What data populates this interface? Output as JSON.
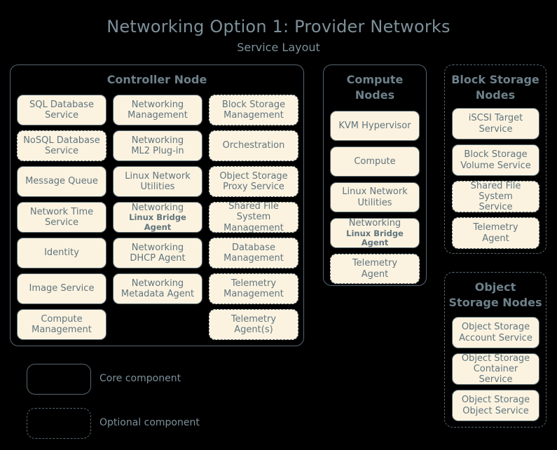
{
  "header": {
    "title": "Networking Option 1: Provider Networks",
    "subtitle": "Service Layout"
  },
  "panels": {
    "controller": {
      "title": "Controller Node",
      "style": "solid",
      "columns": [
        {
          "name": "column-1",
          "boxes": [
            {
              "l1": "SQL Database",
              "l2": "Service",
              "style": "solid"
            },
            {
              "l1": "NoSQL Database",
              "l2": "Service",
              "style": "dashed"
            },
            {
              "l1": "Message Queue",
              "l2": "",
              "style": "solid"
            },
            {
              "l1": "Network Time",
              "l2": "Service",
              "style": "solid"
            },
            {
              "l1": "Identity",
              "l2": "",
              "style": "solid"
            },
            {
              "l1": "Image Service",
              "l2": "",
              "style": "solid"
            },
            {
              "l1": "Compute",
              "l2": "Management",
              "style": "solid"
            }
          ]
        },
        {
          "name": "column-2",
          "boxes": [
            {
              "l1": "Networking",
              "l2": "Management",
              "style": "solid"
            },
            {
              "l1": "Networking",
              "l2": "ML2 Plug-in",
              "style": "solid"
            },
            {
              "l1": "Linux Network",
              "l2": "Utilities",
              "style": "solid"
            },
            {
              "l1": "Networking",
              "l2": "Linux Bridge Agent",
              "style": "solid",
              "small2": true
            },
            {
              "l1": "Networking",
              "l2": "DHCP Agent",
              "style": "solid"
            },
            {
              "l1": "Networking",
              "l2": "Metadata Agent",
              "style": "solid"
            }
          ]
        },
        {
          "name": "column-3",
          "boxes": [
            {
              "l1": "Block Storage",
              "l2": "Management",
              "style": "dashed"
            },
            {
              "l1": "Orchestration",
              "l2": "",
              "style": "dashed"
            },
            {
              "l1": "Object Storage",
              "l2": "Proxy Service",
              "style": "dashed"
            },
            {
              "l1": "Shared File System",
              "l2": "Management",
              "style": "dashed"
            },
            {
              "l1": "Database",
              "l2": "Management",
              "style": "dashed"
            },
            {
              "l1": "Telemetry",
              "l2": "Management",
              "style": "dashed"
            },
            {
              "l1": "Telemetry",
              "l2": "Agent(s)",
              "style": "dashed"
            }
          ]
        }
      ]
    },
    "compute": {
      "title_l1": "Compute",
      "title_l2": "Nodes",
      "style": "solid",
      "boxes": [
        {
          "l1": "KVM Hypervisor",
          "l2": "",
          "style": "solid"
        },
        {
          "l1": "Compute",
          "l2": "",
          "style": "solid"
        },
        {
          "l1": "Linux Network",
          "l2": "Utilities",
          "style": "solid"
        },
        {
          "l1": "Networking",
          "l2": "Linux Bridge Agent",
          "style": "solid",
          "small2": true
        },
        {
          "l1": "Telemetry",
          "l2": "Agent",
          "style": "dashed"
        }
      ]
    },
    "block_storage": {
      "title_l1": "Block Storage",
      "title_l2": "Nodes",
      "style": "dashed",
      "boxes": [
        {
          "l1": "iSCSI Target",
          "l2": "Service",
          "style": "solid"
        },
        {
          "l1": "Block Storage",
          "l2": "Volume Service",
          "style": "solid"
        },
        {
          "l1": "Shared File System",
          "l2": "Service",
          "style": "dashed"
        },
        {
          "l1": "Telemetry",
          "l2": "Agent",
          "style": "dashed"
        }
      ]
    },
    "object_storage": {
      "title_l1": "Object",
      "title_l2": "Storage Nodes",
      "style": "dashed",
      "boxes": [
        {
          "l1": "Object Storage",
          "l2": "Account Service",
          "style": "solid"
        },
        {
          "l1": "Object Storage",
          "l2": "Container Service",
          "style": "solid"
        },
        {
          "l1": "Object Storage",
          "l2": "Object Service",
          "style": "solid"
        }
      ]
    }
  },
  "legend": {
    "core_label": "Core component",
    "optional_label": "Optional component"
  },
  "colors": {
    "background": "#000000",
    "box_fill": "#fbf3e0",
    "box_border": "#5a6b73",
    "text": "#6e818b",
    "panel_border": "#55666f"
  }
}
